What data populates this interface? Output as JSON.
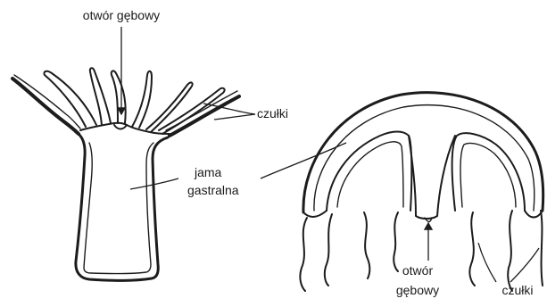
{
  "labels": {
    "polyp_mouth": "otwór gębowy",
    "polyp_tentacles": "czułki",
    "cavity_line1": "jama",
    "cavity_line2": "gastralna",
    "medusa_mouth_line1": "otwór",
    "medusa_mouth_line2": "gębowy",
    "medusa_tentacles": "czułki"
  },
  "colors": {
    "ink": "#1c1c1c",
    "background": "#ffffff",
    "cavity_wall": "#3a3a3a"
  }
}
